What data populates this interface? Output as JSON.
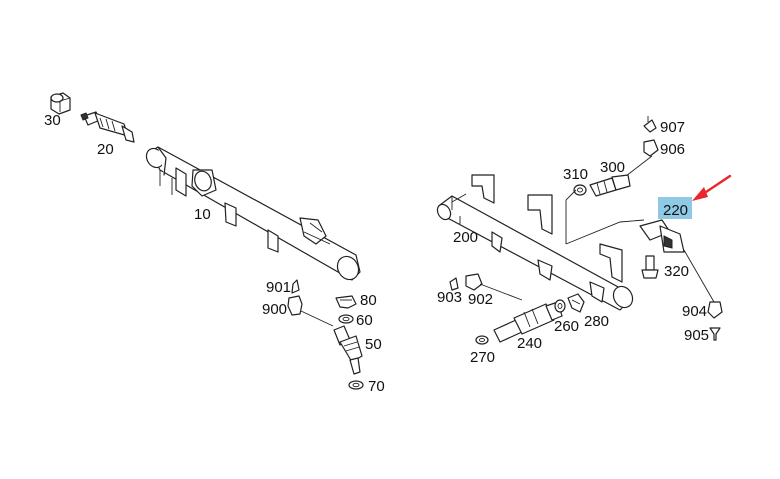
{
  "diagram": {
    "labels": {
      "p30": "30",
      "p20": "20",
      "p10": "10",
      "p901": "901",
      "p900": "900",
      "p80": "80",
      "p60": "60",
      "p50": "50",
      "p70": "70",
      "p907": "907",
      "p906": "906",
      "p310": "310",
      "p300": "300",
      "p220": "220",
      "p200": "200",
      "p320": "320",
      "p903": "903",
      "p902": "902",
      "p260": "260",
      "p280": "280",
      "p270": "270",
      "p240": "240",
      "p904": "904",
      "p905": "905"
    },
    "highlight_part": "220",
    "colors": {
      "highlight_box": "#8ec9e6",
      "arrow": "#e8262c",
      "line": "#222222"
    }
  }
}
